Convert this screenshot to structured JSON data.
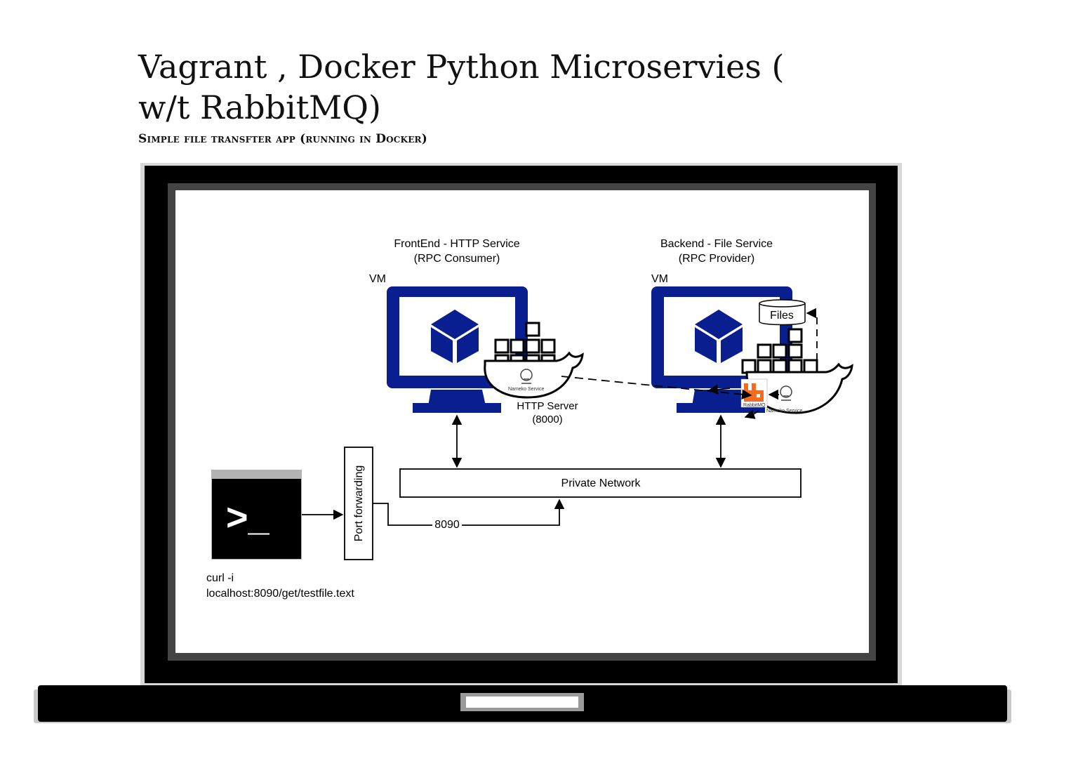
{
  "title": "Vagrant , Docker Python Microservies ( w/t RabbitMQ)",
  "subtitle": "Simple file transfter app (running in Docker)",
  "colors": {
    "vm_monitor": "#0a1f8f",
    "laptop_frame": "#000000",
    "rabbitmq": "#f26b21"
  },
  "diagram": {
    "frontend": {
      "title": "FrontEnd - HTTP Service",
      "role": "(RPC Consumer)",
      "vm_label": "VM",
      "service_tag": "Nameko Service",
      "server_label": "HTTP Server",
      "server_port": "(8000)"
    },
    "backend": {
      "title": "Backend - File Service",
      "role": "(RPC Provider)",
      "vm_label": "VM",
      "service_tag": "Nameko Service",
      "storage_label": "Files",
      "broker_tag": "RabbitMQ"
    },
    "network_label": "Private Network",
    "port_forwarding_label": "Port forwarding",
    "port_label": "8090",
    "terminal": {
      "prompt": ">_",
      "command_line1": "curl -i",
      "command_line2": "localhost:8090/get/testfile.text"
    }
  }
}
